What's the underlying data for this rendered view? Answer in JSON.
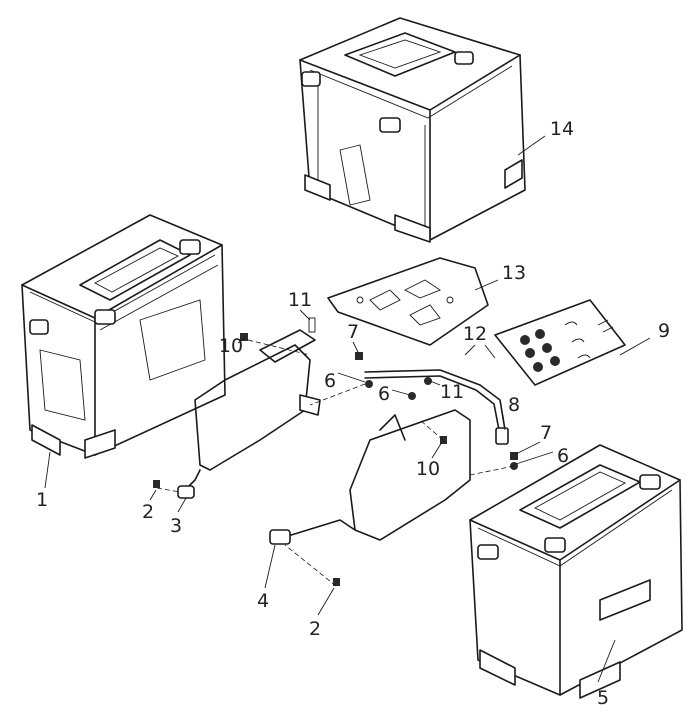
{
  "diagram": {
    "type": "exploded-parts-view",
    "callouts": [
      "1",
      "2",
      "3",
      "4",
      "2",
      "5",
      "6",
      "6",
      "6",
      "7",
      "7",
      "8",
      "9",
      "10",
      "10",
      "11",
      "11",
      "12",
      "13",
      "14"
    ]
  }
}
